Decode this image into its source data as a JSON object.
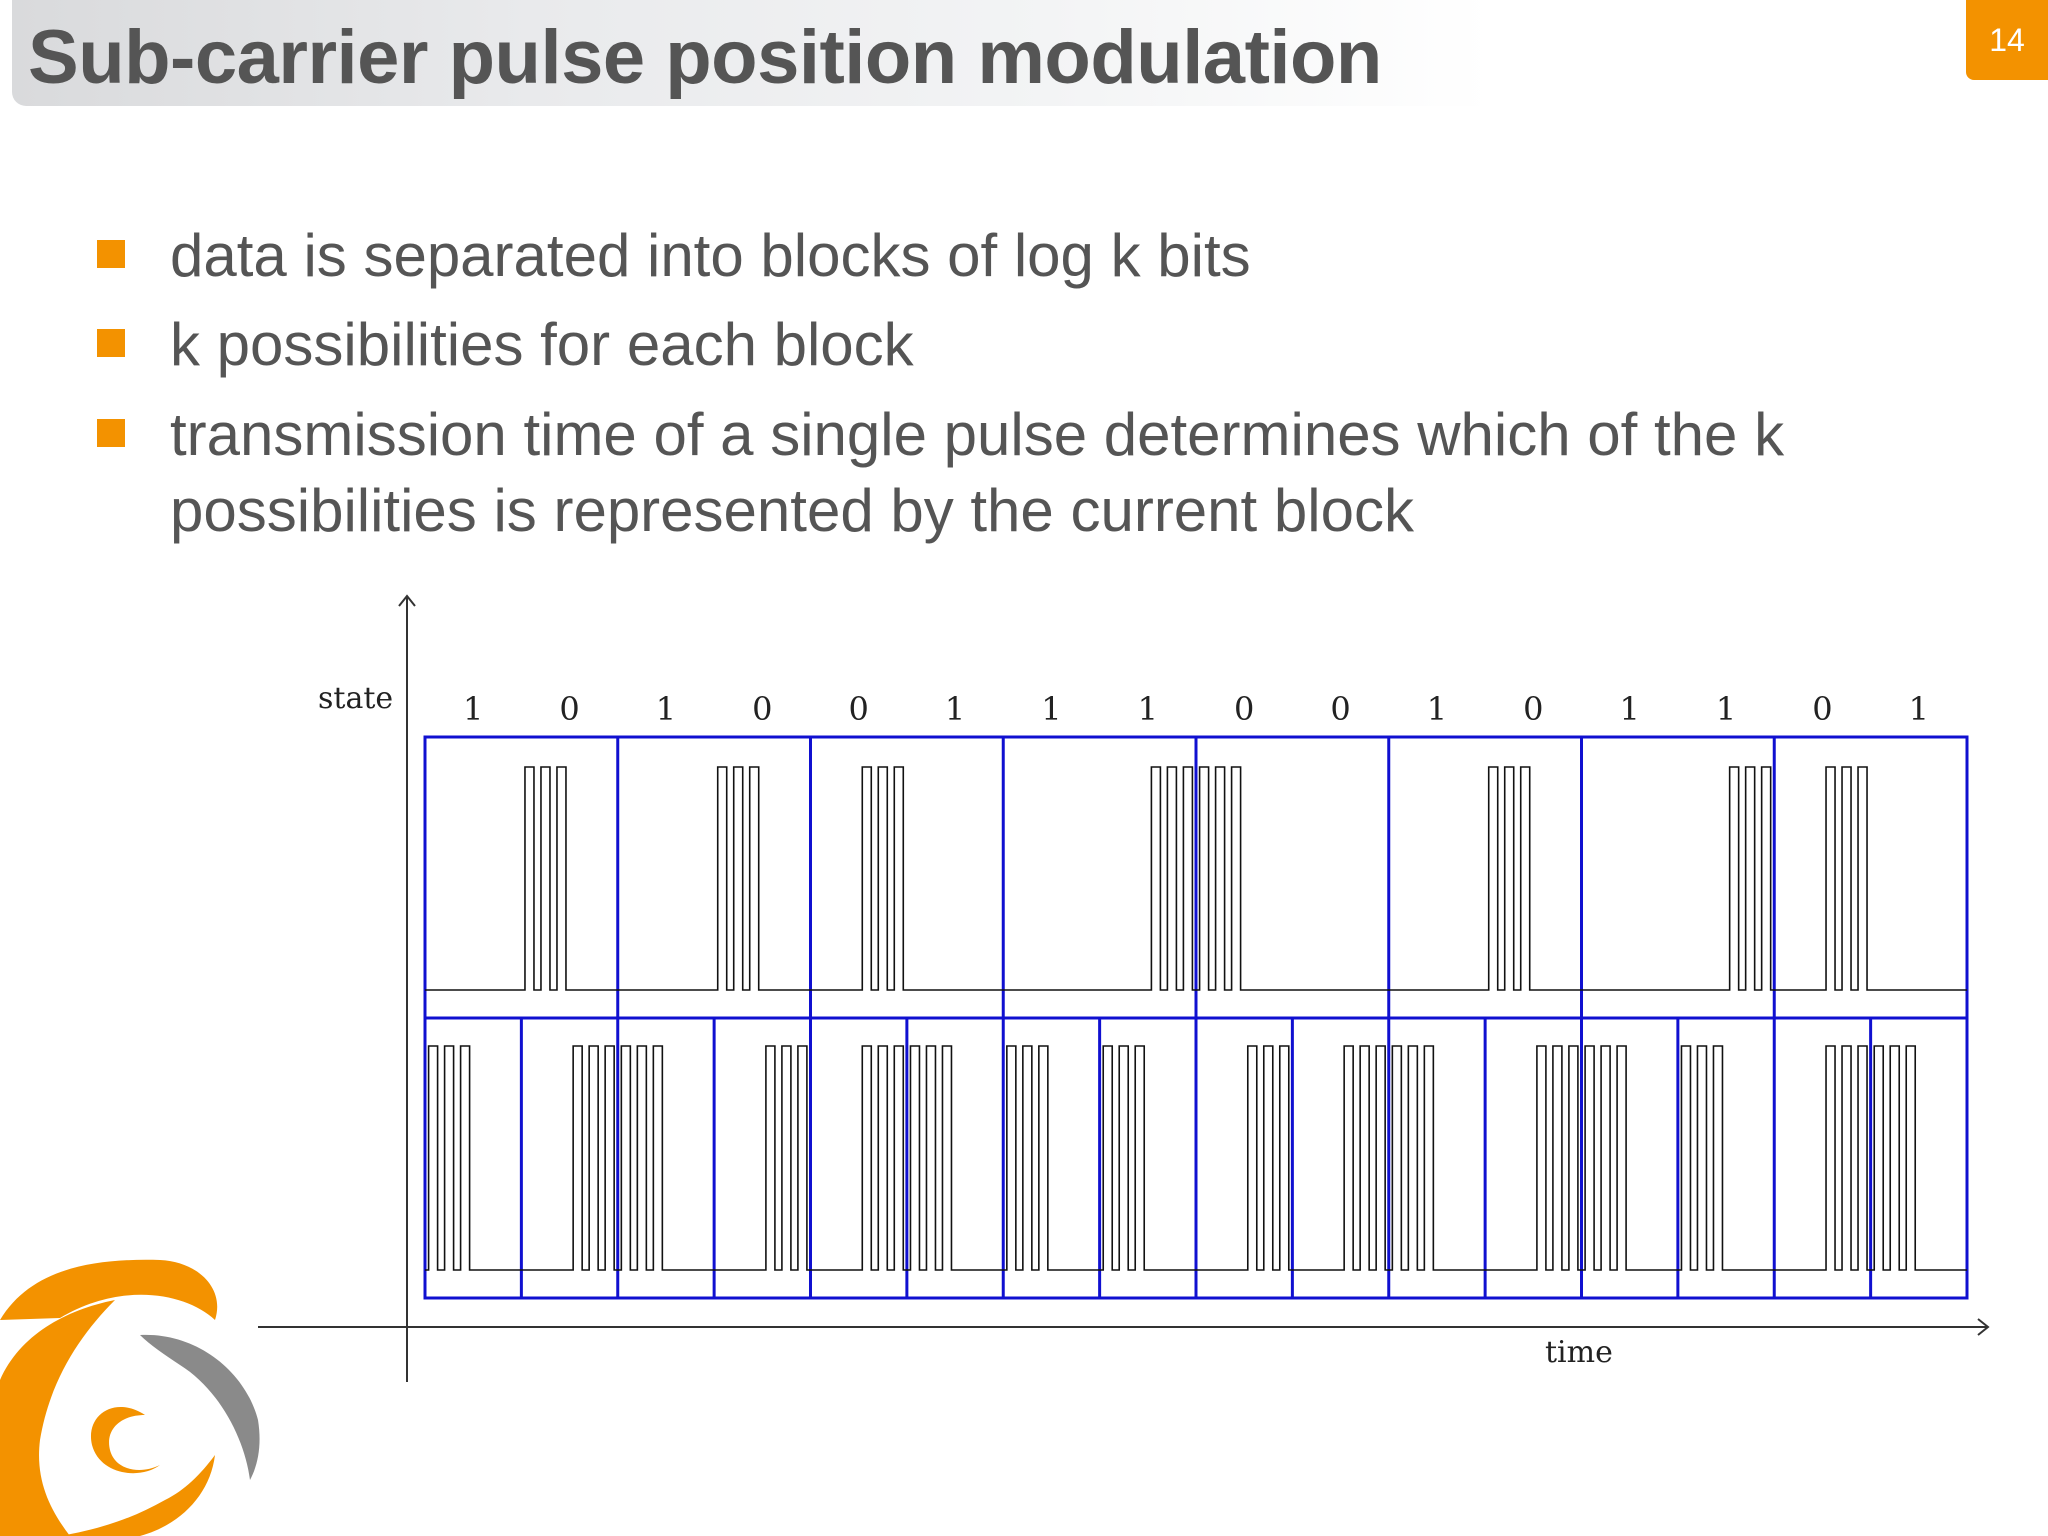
{
  "slide": {
    "title": "Sub-carrier pulse position modulation",
    "page_number": "14"
  },
  "bullets": [
    "data is separated into blocks of log k bits",
    "k possibilities for each block",
    "transmission time of a single pulse determines which of the k possibilities is represented by the current block"
  ],
  "diagram": {
    "y_axis_label": "state",
    "x_axis_label": "time",
    "bits": [
      "1",
      "0",
      "1",
      "0",
      "0",
      "1",
      "1",
      "1",
      "0",
      "0",
      "1",
      "0",
      "1",
      "1",
      "0",
      "1"
    ],
    "colors": {
      "grid": "#1010d0",
      "signal": "#111111",
      "axis": "#333333"
    }
  },
  "theme": {
    "accent": "#f39200",
    "text": "#555555",
    "logo_gray": "#8a8a8a"
  }
}
